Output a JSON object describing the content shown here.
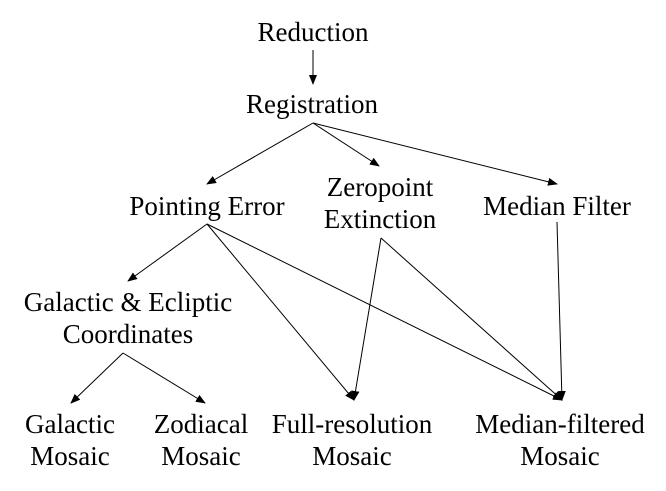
{
  "diagram": {
    "nodes": {
      "reduction": {
        "lines": [
          "Reduction"
        ]
      },
      "registration": {
        "lines": [
          "Registration"
        ]
      },
      "pointing_error": {
        "lines": [
          "Pointing Error"
        ]
      },
      "zeropoint_extinction": {
        "lines": [
          "Zeropoint",
          "Extinction"
        ]
      },
      "median_filter": {
        "lines": [
          "Median Filter"
        ]
      },
      "galactic_ecliptic": {
        "lines": [
          "Galactic & Ecliptic",
          "Coordinates"
        ]
      },
      "galactic_mosaic": {
        "lines": [
          "Galactic",
          "Mosaic"
        ]
      },
      "zodiacal_mosaic": {
        "lines": [
          "Zodiacal",
          "Mosaic"
        ]
      },
      "full_resolution_mosaic": {
        "lines": [
          "Full-resolution",
          "Mosaic"
        ]
      },
      "median_filtered_mosaic": {
        "lines": [
          "Median-filtered",
          "Mosaic"
        ]
      }
    },
    "edges": [
      {
        "from": "reduction",
        "to": "registration"
      },
      {
        "from": "registration",
        "to": "pointing_error"
      },
      {
        "from": "registration",
        "to": "zeropoint_extinction"
      },
      {
        "from": "registration",
        "to": "median_filter"
      },
      {
        "from": "pointing_error",
        "to": "galactic_ecliptic"
      },
      {
        "from": "pointing_error",
        "to": "full_resolution_mosaic"
      },
      {
        "from": "pointing_error",
        "to": "median_filtered_mosaic"
      },
      {
        "from": "zeropoint_extinction",
        "to": "full_resolution_mosaic"
      },
      {
        "from": "zeropoint_extinction",
        "to": "median_filtered_mosaic"
      },
      {
        "from": "median_filter",
        "to": "median_filtered_mosaic"
      },
      {
        "from": "galactic_ecliptic",
        "to": "galactic_mosaic"
      },
      {
        "from": "galactic_ecliptic",
        "to": "zodiacal_mosaic"
      }
    ]
  }
}
